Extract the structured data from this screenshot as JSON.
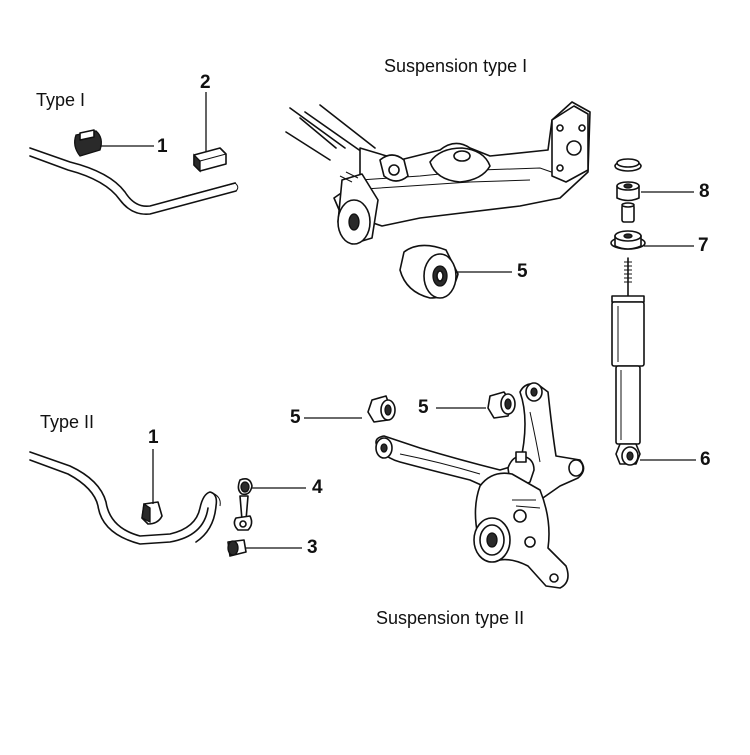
{
  "labels": {
    "type1": "Type I",
    "type2": "Type II",
    "suspension1": "Suspension type I",
    "suspension2": "Suspension type II"
  },
  "callouts": {
    "c1_top": "1",
    "c2_top": "2",
    "c8": "8",
    "c7": "7",
    "c5_top": "5",
    "c5_left": "5",
    "c5_mid": "5",
    "c6": "6",
    "c1_bottom": "1",
    "c4": "4",
    "c3": "3"
  }
}
